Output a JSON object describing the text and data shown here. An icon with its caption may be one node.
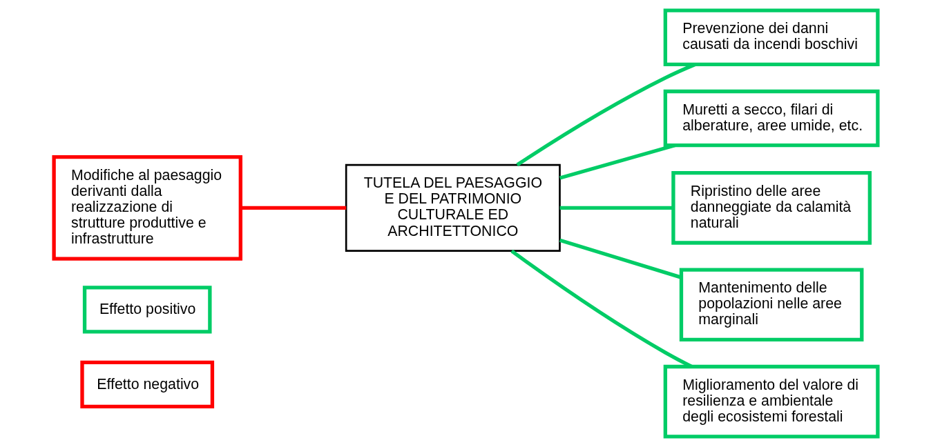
{
  "diagram": {
    "nodes": [
      {
        "text": [
          "TUTELA DEL PAESAGGIO E DEL PATRIMONIO CULTURALE ED ARCHITETTONICO"
        ]
      },
      {
        "text": [
          "Modifiche al paesaggio derivanti dalla realizzazione di strutture produttive e infrastrutture"
        ]
      },
      {
        "text": [
          "Prevenzione dei danni causati da incendi boschivi"
        ]
      },
      {
        "text": [
          "Muretti a secco, filari di alberature, aree umide, etc."
        ]
      },
      {
        "text": [
          "Ripristino delle aree danneggiate da calamità naturali"
        ]
      },
      {
        "text": [
          "Mantenimento delle popolazioni nelle aree marginali"
        ]
      },
      {
        "text": [
          "Miglioramento del valore di resilienza e ambientale degli ecosistemi forestali"
        ]
      }
    ],
    "edges": [
      {
        "from": 1,
        "to": 0,
        "arrow": "none",
        "color": "#ff0000"
      },
      {
        "from": 0,
        "to": 2,
        "arrow": "none"
      },
      {
        "from": 0,
        "to": 3,
        "arrow": "none"
      },
      {
        "from": 0,
        "to": 4,
        "arrow": "none"
      },
      {
        "from": 0,
        "to": 5,
        "arrow": "none"
      },
      {
        "from": 0,
        "to": 6,
        "arrow": "none"
      }
    ],
    "legend": [
      {
        "text": "Effetto positivo",
        "color": "#00cc66"
      },
      {
        "text": "Effetto negativo",
        "color": "#ff0000"
      }
    ]
  }
}
